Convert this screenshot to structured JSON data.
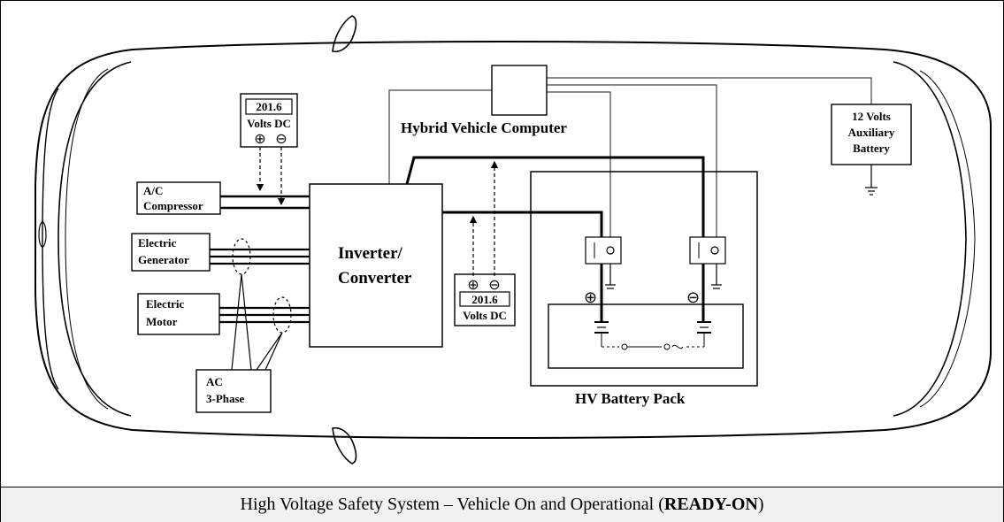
{
  "diagram": {
    "labels": {
      "ac_compressor_line1": "A/C",
      "ac_compressor_line2": "Compressor",
      "generator_line1": "Electric",
      "generator_line2": "Generator",
      "motor_line1": "Electric",
      "motor_line2": "Motor",
      "ac_phase_line1": "AC",
      "ac_phase_line2": "3-Phase",
      "inverter_line1": "Inverter/",
      "inverter_line2": "Converter",
      "hybrid_computer": "Hybrid Vehicle Computer",
      "aux_battery_line1": "12 Volts",
      "aux_battery_line2": "Auxiliary",
      "aux_battery_line3": "Battery",
      "hv_battery_pack": "HV Battery Pack"
    },
    "meter_top": {
      "reading": "201.6",
      "unit": "Volts DC",
      "plus": "⊕",
      "minus": "⊖"
    },
    "meter_mid": {
      "reading": "201.6",
      "unit": "Volts DC",
      "plus": "⊕",
      "minus": "⊖"
    },
    "battery_terminals": {
      "plus": "⊕",
      "minus": "⊖"
    }
  },
  "caption": {
    "text_prefix": "High Voltage Safety System – Vehicle On and Operational (",
    "text_bold": "READY-ON",
    "text_suffix": ")"
  }
}
